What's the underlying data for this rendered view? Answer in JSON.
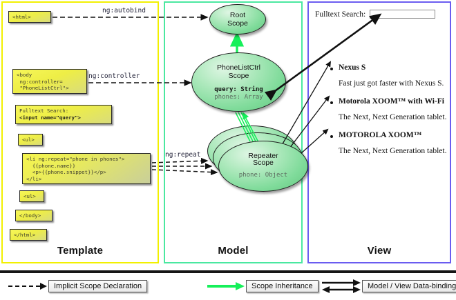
{
  "columns": [
    {
      "key": "template",
      "label": "Template",
      "border_color": "#f2f000"
    },
    {
      "key": "model",
      "label": "Model",
      "border_color": "#4ae8a0"
    },
    {
      "key": "view",
      "label": "View",
      "border_color": "#6a5cf0"
    }
  ],
  "template": {
    "boxes": [
      {
        "id": "html",
        "text": "<html>"
      },
      {
        "id": "body",
        "text": "<body\n ng:controller=\n \"PhoneListCtrl\">"
      },
      {
        "id": "search_label",
        "text": "Fulltext Search:"
      },
      {
        "id": "search_input",
        "text": "<input name=\"query\">"
      },
      {
        "id": "ul1",
        "text": "<ul>"
      },
      {
        "id": "li_line1",
        "text": "<li ng:repeat=\"phone in phones\">"
      },
      {
        "id": "li_line2",
        "text": "  {{phone.name}}"
      },
      {
        "id": "li_line3",
        "text": "  <p>{{phone.snippet}}</p>"
      },
      {
        "id": "li_line4",
        "text": "</li>"
      },
      {
        "id": "ul2",
        "text": "<ul>"
      },
      {
        "id": "body_end",
        "text": "</body>"
      },
      {
        "id": "html_end",
        "text": "</html>"
      }
    ]
  },
  "edge_labels": {
    "autobind": "ng:autobind",
    "controller": "ng:controller",
    "repeat": "ng:repeat"
  },
  "model": {
    "scopes": [
      {
        "id": "root",
        "title_line1": "Root",
        "title_line2": "Scope",
        "props": []
      },
      {
        "id": "phonelistctrl",
        "title_line1": "PhoneListCtrl",
        "title_line2": "Scope",
        "props": [
          {
            "text": "query: String",
            "style": "strong"
          },
          {
            "text": "phones: Array",
            "style": "dim"
          }
        ]
      },
      {
        "id": "repeater",
        "title_line1": "Repeater",
        "title_line2": "Scope",
        "props": [
          {
            "text": "phone: Object",
            "style": "dim"
          }
        ],
        "stack_count": 3
      }
    ],
    "scope_fill": "#7fdb9a",
    "inheritance_arrow_color": "#16f05a"
  },
  "view": {
    "search_label": "Fulltext Search:",
    "search_value": "",
    "search_placeholder": "",
    "phones": [
      {
        "name": "Nexus S",
        "snippet": "Fast just got faster with Nexus S."
      },
      {
        "name": "Motorola XOOM™  with Wi-Fi",
        "snippet": "The Next, Next Generation tablet."
      },
      {
        "name": "MOTOROLA XOOM™",
        "snippet": "The Next, Next Generation tablet."
      }
    ]
  },
  "legend": [
    {
      "id": "implicit",
      "label": "Implicit Scope Declaration",
      "arrow": "dashed-arrow-icon",
      "color": "#111111"
    },
    {
      "id": "inheritance",
      "label": "Scope Inheritance",
      "arrow": "green-arrow-icon",
      "color": "#16f05a"
    },
    {
      "id": "databinding",
      "label": "Model / View Data-binding",
      "arrow": "double-arrow-icon",
      "color": "#111111"
    }
  ]
}
